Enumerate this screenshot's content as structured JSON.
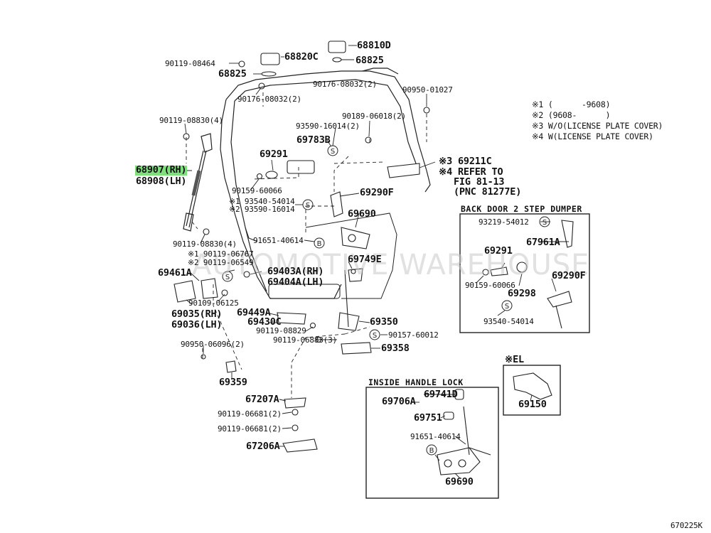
{
  "figure_code": "670225K",
  "watermark": "AUTOMOTIVE WAREHOUSE",
  "notes": [
    "※1 (      -9608)",
    "※2 (9608-      )",
    "※3 W/O(LICENSE PLATE COVER)",
    "※4 W(LICENSE PLATE COVER)"
  ],
  "parts": {
    "p68810D": "68810D",
    "p68825_top": "68825",
    "p90119_08464": "90119-08464",
    "p68820C": "68820C",
    "p68825_left": "68825",
    "p90176_08032_right": "90176-08032(2)",
    "p90950_01027": "90950-01027",
    "p90176_08032_left": "90176-08032(2)",
    "p90119_08830_top": "90119-08830(4)",
    "p93590_16014_top": "93590-16014(2)",
    "p90189_06018": "90189-06018(2)",
    "p69783B": "69783B",
    "p69291_main": "69291",
    "p69211C": "※3 69211C",
    "p_refer_to": "※4 REFER TO",
    "p_fig": "FIG 81-13",
    "p_pnc": "(PNC 81277E)",
    "p68907": "68907(RH)",
    "p68908": "68908(LH)",
    "p90159_60066_main": "90159-60066",
    "p69290F_main": "69290F",
    "p93540_54014_main": "※1 93540-54014",
    "p93590_16014_mid": "※2 93590-16014",
    "p69690_main": "69690",
    "p90119_08830_bot": "90119-08830(4)",
    "p91651_40614_main": "91651-40614",
    "p90119_06767": "※1 90119-06767",
    "p90119_06549": "※2 90119-06549",
    "p69749E": "69749E",
    "p69461A": "69461A",
    "p69403A": "69403A(RH)",
    "p69404A": "69404A(LH)",
    "p90109_06125": "90109-06125",
    "p69035": "69035(RH)",
    "p69036": "69036(LH)",
    "p69449A": "69449A",
    "p69430C": "69430C",
    "p69350": "69350",
    "p90119_08829": "90119-08829",
    "p90157_60012": "90157-60012",
    "p90119_06883": "90119-06883(3)",
    "p90950_06096": "90950-06096(2)",
    "p69358": "69358",
    "p69359": "69359",
    "p67207A": "67207A",
    "p90119_06681_a": "90119-06681(2)",
    "p90119_06681_b": "90119-06681(2)",
    "p67206A": "67206A"
  },
  "dumper_box": {
    "title": "BACK DOOR 2 STEP DUMPER",
    "p93219_54012": "93219-54012",
    "p67961A": "67961A",
    "p69291": "69291",
    "p90159_60066": "90159-60066",
    "p69298": "69298",
    "p69290F": "69290F",
    "p93540_54014": "93540-54014"
  },
  "handle_box": {
    "title": "INSIDE HANDLE LOCK",
    "p69706A": "69706A",
    "p69741D": "69741D",
    "p69751": "69751",
    "p91651_40614": "91651-40614",
    "p69690": "69690"
  },
  "el_box": {
    "title": "※EL",
    "p69150": "69150"
  },
  "highlight_color": "#7ee07a"
}
